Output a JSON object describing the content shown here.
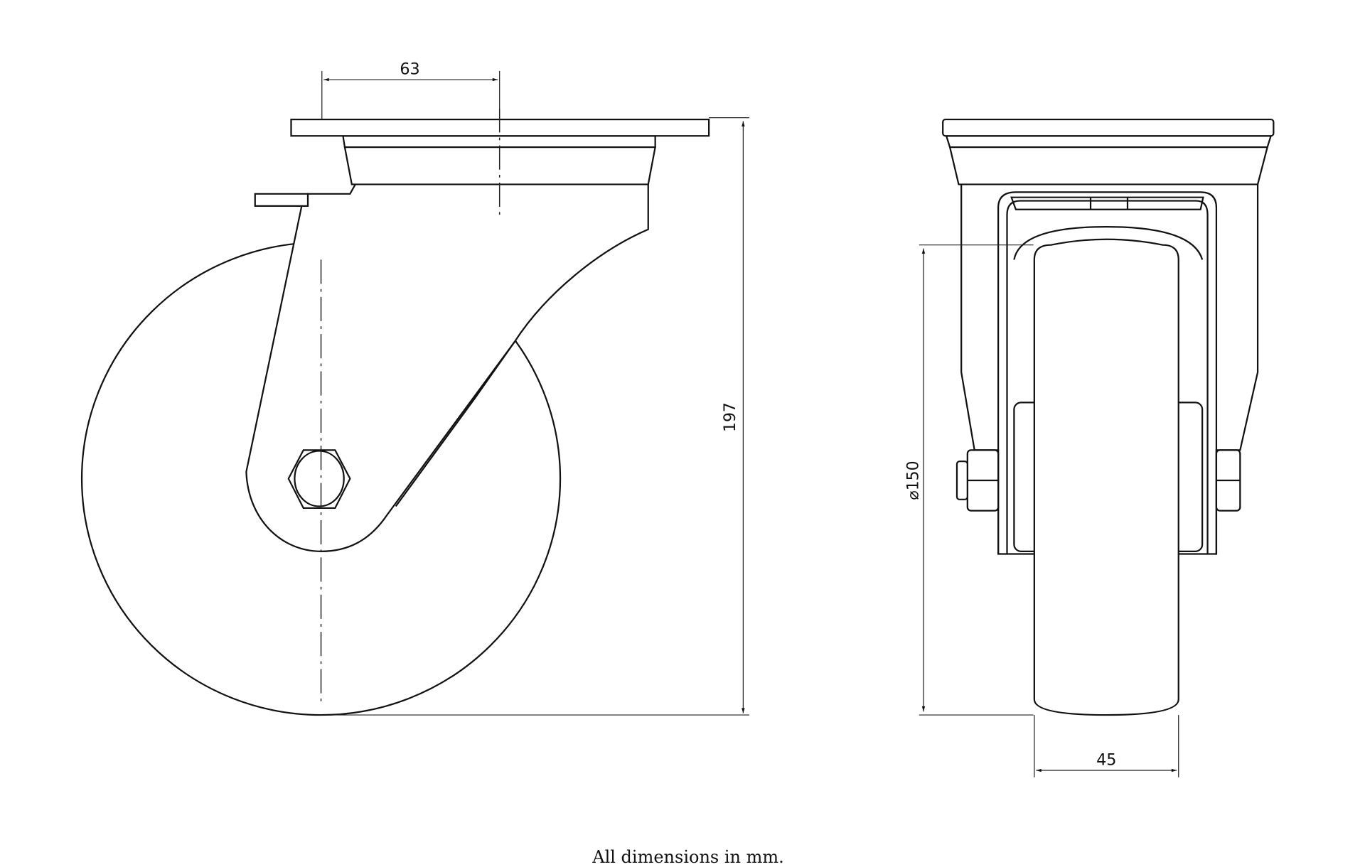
{
  "dimensions": {
    "offset": "63",
    "height": "197",
    "wheel_diameter": "⌀150",
    "wheel_width": "45"
  },
  "caption": "All dimensions in mm."
}
